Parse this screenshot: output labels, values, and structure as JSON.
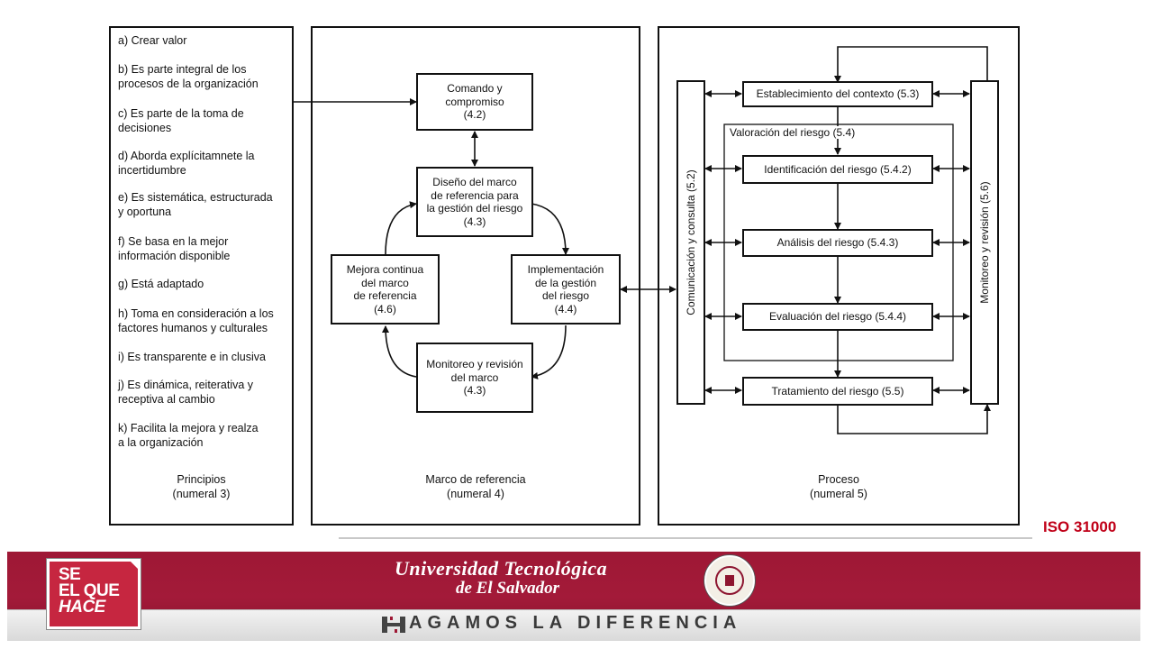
{
  "principles": {
    "items": [
      "a) Crear valor",
      "b) Es parte integral de los\nprocesos de la organización",
      "c) Es parte de la toma de\ndecisiones",
      "d) Aborda explícitamnete la\nincertidumbre",
      "e) Es sistemática, estructurada\ny oportuna",
      "f) Se basa en la mejor\ninformación disponible",
      "g) Está adaptado",
      "h) Toma en consideración a los\nfactores humanos y culturales",
      "i) Es transparente e in clusiva",
      "j) Es dinámica, reiterativa y\nreceptiva al cambio",
      "k) Facilita la mejora y realza\na la organización"
    ],
    "caption": "Principios\n(numeral 3)"
  },
  "framework": {
    "caption": "Marco de referencia\n(numeral 4)",
    "commitment": "Comando y\ncompromiso\n(4.2)",
    "design": "Diseño del marco\nde referencia para\nla gestión del riesgo\n(4.3)",
    "implementation": "Implementación\nde la gestión\ndel riesgo\n(4.4)",
    "monitoring": "Monitoreo y revisión\ndel marco\n(4.3)",
    "improvement": "Mejora  continua\ndel marco\nde referencia\n(4.6)"
  },
  "process": {
    "caption": "Proceso\n(numeral 5)",
    "communication": "Comunicación y consulta (5.2)",
    "review": "Monitoreo y revisión (5.6)",
    "context": "Establecimiento del contexto (5.3)",
    "assessment": "Valoración del riesgo (5.4)",
    "identification": "Identificación del riesgo (5.4.2)",
    "analysis": "Análisis del riesgo (5.4.3)",
    "evaluation": "Evaluación del riesgo (5.4.4)",
    "treatment": "Tratamiento del riesgo (5.5)"
  },
  "iso_label": "ISO 31000",
  "footer": {
    "logo_line1": "SE",
    "logo_line2": "EL QUE",
    "logo_line3": "HACE",
    "university_line1": "Universidad Tecnológica",
    "university_line2": "de El Salvador",
    "slogan": "AGAMOS LA DIFERENCIA"
  }
}
